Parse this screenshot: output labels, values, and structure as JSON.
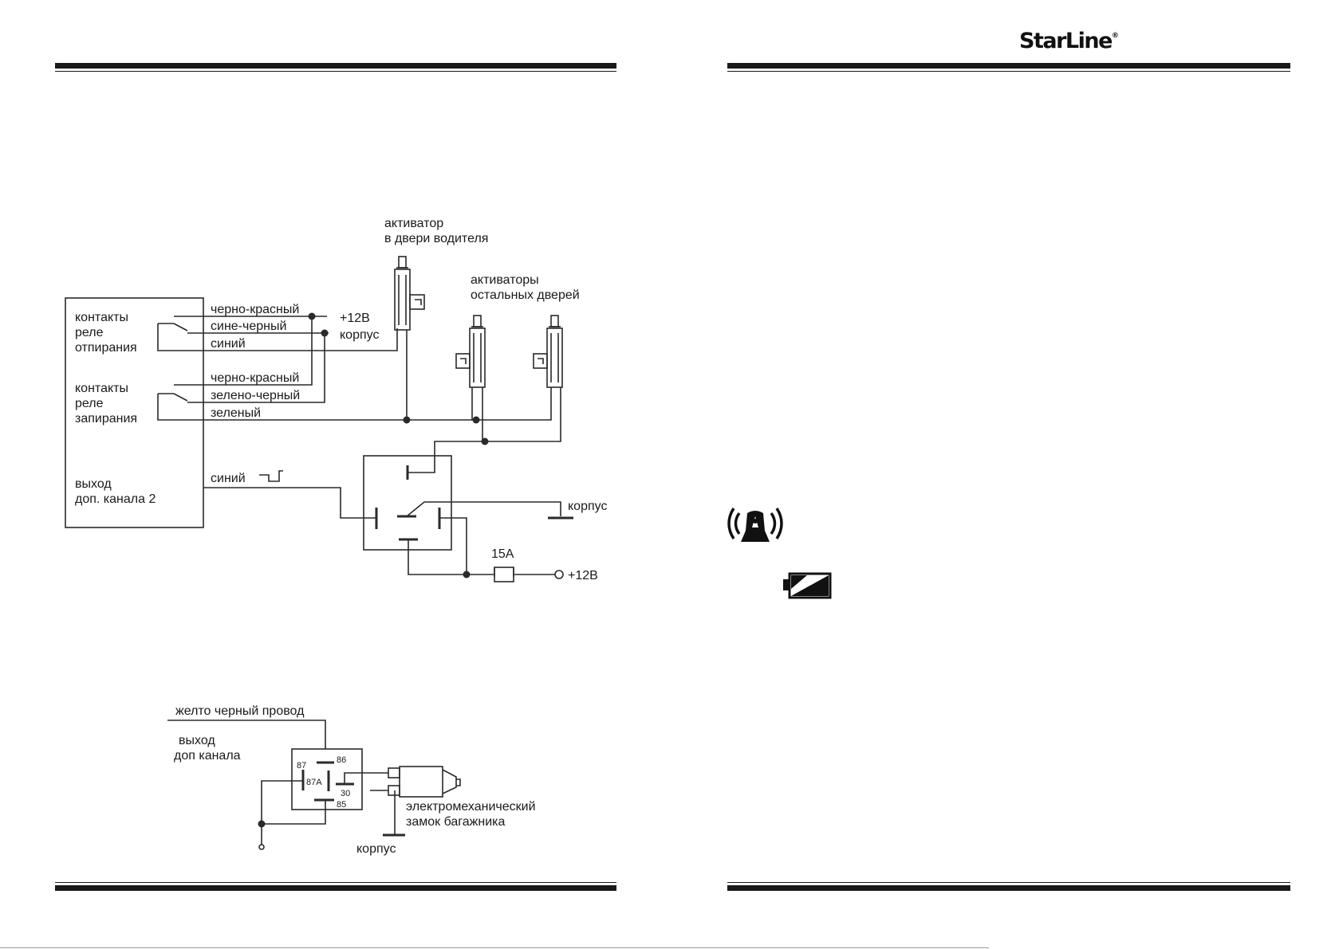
{
  "brand": {
    "name": "StarLine",
    "mark": "®"
  },
  "central_lock_diagram": {
    "driver_actuator": [
      "активатор",
      "в двери водителя"
    ],
    "other_actuators": [
      "активаторы",
      "остальных дверей"
    ],
    "unlock_relay_block": [
      "контакты",
      "реле",
      "отпирания"
    ],
    "lock_relay_block": [
      "контакты",
      "реле",
      "запирания"
    ],
    "aux_output_block": [
      "выход",
      "доп. канала 2"
    ],
    "wires": {
      "black_red_1": "черно-красный",
      "blue_black": "сине-черный",
      "blue": "синий",
      "black_red_2": "черно-красный",
      "green_black": "зелено-черный",
      "green": "зеленый",
      "blue_aux": "синий"
    },
    "plus_12v_top": "+12В",
    "ground_top": "корпус",
    "ground_relay": "корпус",
    "fuse": "15А",
    "plus_12v_bottom": "+12В"
  },
  "trunk_diagram": {
    "yellow_black_wire": "желто черный провод",
    "aux_output": [
      "выход",
      "доп  канала"
    ],
    "pins": {
      "p87": "87",
      "p87a": "87A",
      "p86": "86",
      "p30": "30",
      "p85": "85"
    },
    "trunk_lock": [
      "электромеханический",
      "замок багажника"
    ],
    "ground": "корпус"
  },
  "icons": [
    "siren-icon",
    "battery-icon"
  ]
}
